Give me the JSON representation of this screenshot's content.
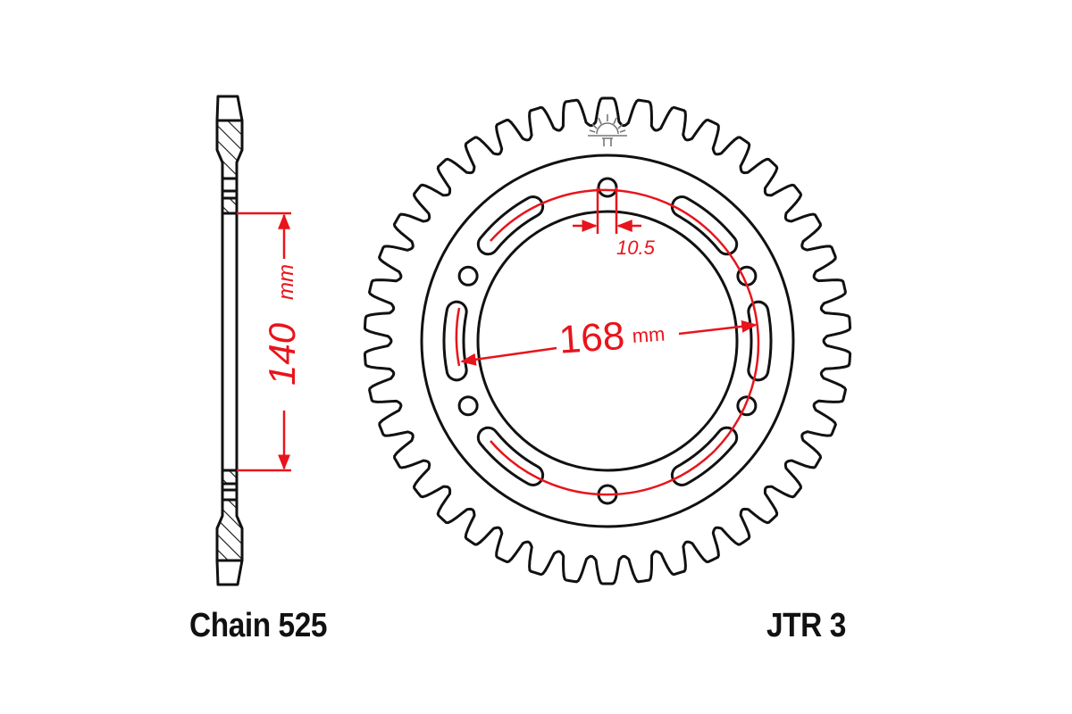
{
  "diagram": {
    "type": "motorcycle rear sprocket technical drawing",
    "chain_label": "Chain 525",
    "part_label": "JTR 3",
    "colors": {
      "outline": "#111111",
      "dimension": "#e8141b",
      "background": "#ffffff",
      "logo": "#777777"
    },
    "side_view": {
      "dimension_value": "140",
      "dimension_unit": "mm"
    },
    "front_view": {
      "tooth_count_drawn": 42,
      "bolt_circle_value": "168",
      "bolt_circle_unit": "mm",
      "hole_diameter_value": "10.5",
      "slots": 6,
      "bolt_holes": 6
    },
    "logo_icon": "sun-rising-logo-icon"
  }
}
